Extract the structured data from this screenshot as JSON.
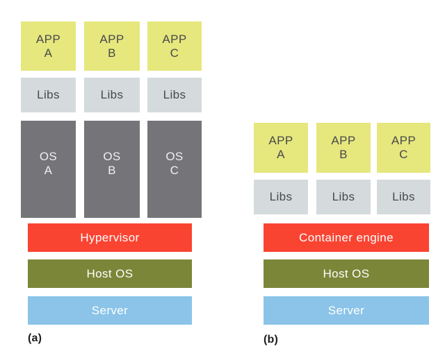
{
  "colors": {
    "app": "#e6e77d",
    "libs": "#d5dadc",
    "os": "#757579",
    "engine": "#fa4432",
    "host_os": "#7c8639",
    "server": "#8bc4e8"
  },
  "diagram_a": {
    "label": "(a)",
    "apps": [
      "APP\nA",
      "APP\nB",
      "APP\nC"
    ],
    "libs": [
      "Libs",
      "Libs",
      "Libs"
    ],
    "os": [
      "OS\nA",
      "OS\nB",
      "OS\nC"
    ],
    "hypervisor": "Hypervisor",
    "host_os": "Host OS",
    "server": "Server"
  },
  "diagram_b": {
    "label": "(b)",
    "apps": [
      "APP\nA",
      "APP\nB",
      "APP\nC"
    ],
    "libs": [
      "Libs",
      "Libs",
      "Libs"
    ],
    "container_engine": "Container engine",
    "host_os": "Host OS",
    "server": "Server"
  }
}
